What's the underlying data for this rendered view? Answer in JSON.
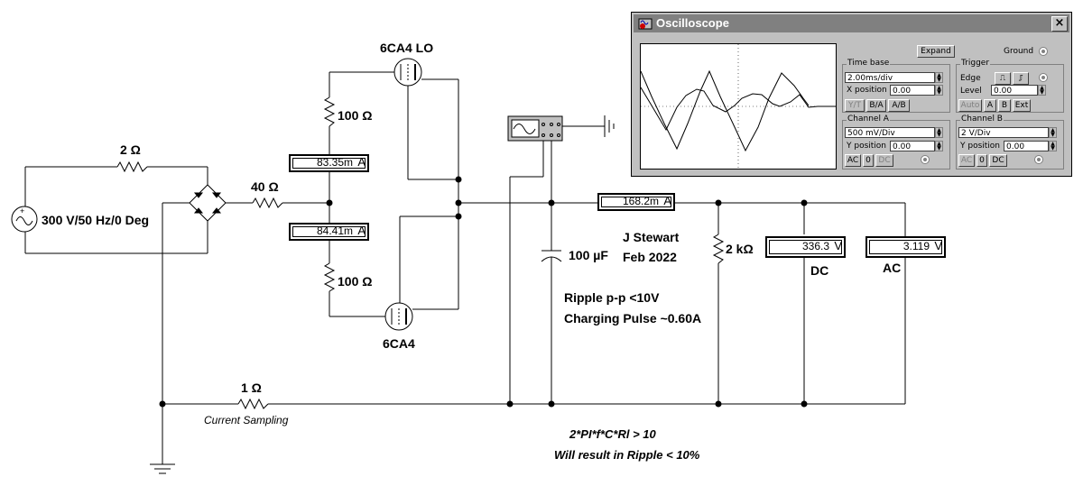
{
  "schematic": {
    "source_label": "300 V/50 Hz/0 Deg",
    "r_input": "2 Ω",
    "r_series": "40 Ω",
    "r_upper": "100 Ω",
    "r_lower": "100 Ω",
    "tube_upper": "6CA4 LO",
    "tube_lower": "6CA4",
    "cap": "100 µF",
    "r_load": "2 kΩ",
    "r_sense": "1 Ω",
    "sense_caption": "Current Sampling",
    "author": "J Stewart",
    "date": "Feb 2022",
    "note1": "Ripple p-p <10V",
    "note2": "Charging Pulse ~0.60A",
    "formula1": "2*PI*f*C*Rl > 10",
    "formula2": "Will result in Ripple < 10%",
    "dc_label": "DC",
    "ac_label": "AC"
  },
  "meters": {
    "upper_amm": {
      "value": "83.35m",
      "unit": "A"
    },
    "lower_amm": {
      "value": "84.41m",
      "unit": "A"
    },
    "load_amm": {
      "value": "168.2m",
      "unit": "A"
    },
    "dc_volt": {
      "value": "336.3",
      "unit": "V"
    },
    "ac_volt": {
      "value": "3.119",
      "unit": "V"
    }
  },
  "oscilloscope": {
    "title": "Oscilloscope",
    "close": "×",
    "expand": "Expand",
    "ground": "Ground",
    "timebase": {
      "caption": "Time base",
      "value": "2.00ms/div",
      "xpos_label": "X position",
      "xpos": "0.00",
      "modes": [
        "Y/T",
        "B/A",
        "A/B"
      ]
    },
    "trigger": {
      "caption": "Trigger",
      "edge_label": "Edge",
      "level_label": "Level",
      "level": "0.00",
      "auto": "Auto",
      "a": "A",
      "b": "B",
      "ext": "Ext"
    },
    "channel_a": {
      "caption": "Channel A",
      "scale": "500 mV/Div",
      "ypos_label": "Y position",
      "ypos": "0.00",
      "ac": "AC",
      "zero": "0",
      "dc": "DC"
    },
    "channel_b": {
      "caption": "Channel B",
      "scale": "2  V/Div",
      "ypos_label": "Y position",
      "ypos": "0.00",
      "ac": "AC",
      "zero": "0",
      "dc": "DC"
    }
  }
}
